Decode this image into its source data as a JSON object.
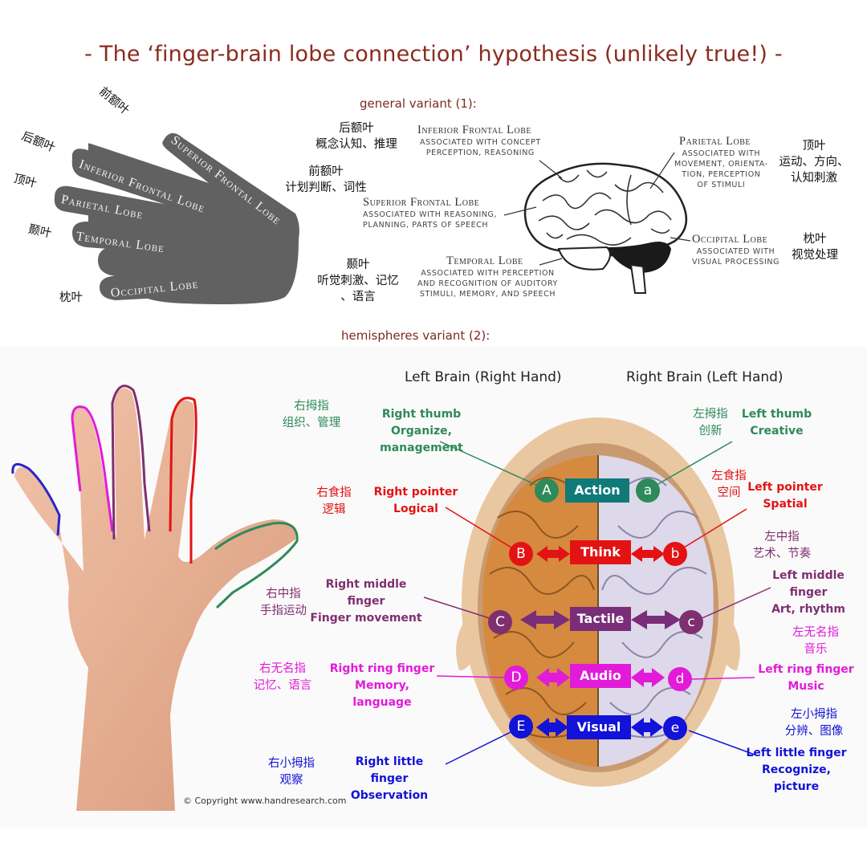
{
  "title": "- The ‘finger-brain lobe connection’ hypothesis (unlikely true!) -",
  "variant1": {
    "heading": "general variant (1):",
    "hand_labels": {
      "superior": "Superior Frontal Lobe",
      "inferior": "Inferior Frontal Lobe",
      "parietal": "Parietal Lobe",
      "temporal": "Temporal Lobe",
      "occipital": "Occipital Lobe"
    },
    "hand_zh": {
      "thumb": "前额叶",
      "index": "后额叶",
      "middle": "顶叶",
      "ring": "颞叶",
      "little": "枕叶"
    },
    "lobes": [
      {
        "key": "inferior",
        "title": "Inferior Frontal Lobe",
        "desc": [
          "Associated with concept",
          "perception, reasoning"
        ],
        "zh": [
          "后额叶",
          "概念认知、推理"
        ]
      },
      {
        "key": "superior",
        "title": "Superior Frontal Lobe",
        "desc": [
          "Associated with reasoning,",
          "planning, parts of speech"
        ],
        "zh": [
          "前额叶",
          "计划判断、词性"
        ]
      },
      {
        "key": "temporal",
        "title": "Temporal Lobe",
        "desc": [
          "Associated with perception",
          "and recognition of auditory",
          "stimuli, memory, and speech"
        ],
        "zh": [
          "颞叶",
          "听觉刺激、记忆",
          "、语言"
        ]
      },
      {
        "key": "parietal",
        "title": "Parietal Lobe",
        "desc": [
          "Associated with",
          "movement, orienta-",
          "tion, perception",
          "of stimuli"
        ],
        "zh": [
          "顶叶",
          "运动、方向、",
          "认知刺激"
        ]
      },
      {
        "key": "occipital",
        "title": "Occipital Lobe",
        "desc": [
          "Associated with",
          "visual processing"
        ],
        "zh": [
          "枕叶",
          "视觉处理"
        ]
      }
    ]
  },
  "variant2": {
    "heading": "hemispheres variant (2):",
    "left_head": "Left Brain (Right Hand)",
    "right_head": "Right Brain (Left Hand)",
    "rows": [
      {
        "box": "Action",
        "left_letter": "A",
        "right_letter": "a",
        "color": "#2e8a5a",
        "box_color": "#0f7a78",
        "left_en": [
          "Right thumb",
          "Organize, management"
        ],
        "left_zh": [
          "右拇指",
          "组织、管理"
        ],
        "right_en": [
          "Left thumb",
          "Creative"
        ],
        "right_zh": [
          "左拇指",
          "创新"
        ]
      },
      {
        "box": "Think",
        "left_letter": "B",
        "right_letter": "b",
        "color": "#e31313",
        "box_color": "#e31313",
        "left_en": [
          "Right pointer",
          "Logical"
        ],
        "left_zh": [
          "右食指",
          "逻辑"
        ],
        "right_en": [
          "Left pointer",
          "Spatial"
        ],
        "right_zh": [
          "左食指",
          "空间"
        ]
      },
      {
        "box": "Tactile",
        "left_letter": "C",
        "right_letter": "c",
        "color": "#7f2f70",
        "box_color": "#7a2d78",
        "left_en": [
          "Right middle finger",
          "Finger movement"
        ],
        "left_zh": [
          "右中指",
          "手指运动"
        ],
        "right_en": [
          "Left middle finger",
          "Art, rhythm"
        ],
        "right_zh": [
          "左中指",
          "艺术、节奏"
        ]
      },
      {
        "box": "Audio",
        "left_letter": "D",
        "right_letter": "d",
        "color": "#e21bd9",
        "box_color": "#e21bd9",
        "left_en": [
          "Right ring finger",
          "Memory, language"
        ],
        "left_zh": [
          "右无名指",
          "记忆、语言"
        ],
        "right_en": [
          "Left ring finger",
          "Music"
        ],
        "right_zh": [
          "左无名指",
          "音乐"
        ]
      },
      {
        "box": "Visual",
        "left_letter": "E",
        "right_letter": "e",
        "color": "#1212d8",
        "box_color": "#1212d8",
        "left_en": [
          "Right little finger",
          "Observation"
        ],
        "left_zh": [
          "右小拇指",
          "观察"
        ],
        "right_en": [
          "Left little finger",
          "Recognize, picture"
        ],
        "right_zh": [
          "左小拇指",
          "分辨、图像"
        ]
      }
    ],
    "copyright": "© Copyright www.handresearch.com"
  }
}
